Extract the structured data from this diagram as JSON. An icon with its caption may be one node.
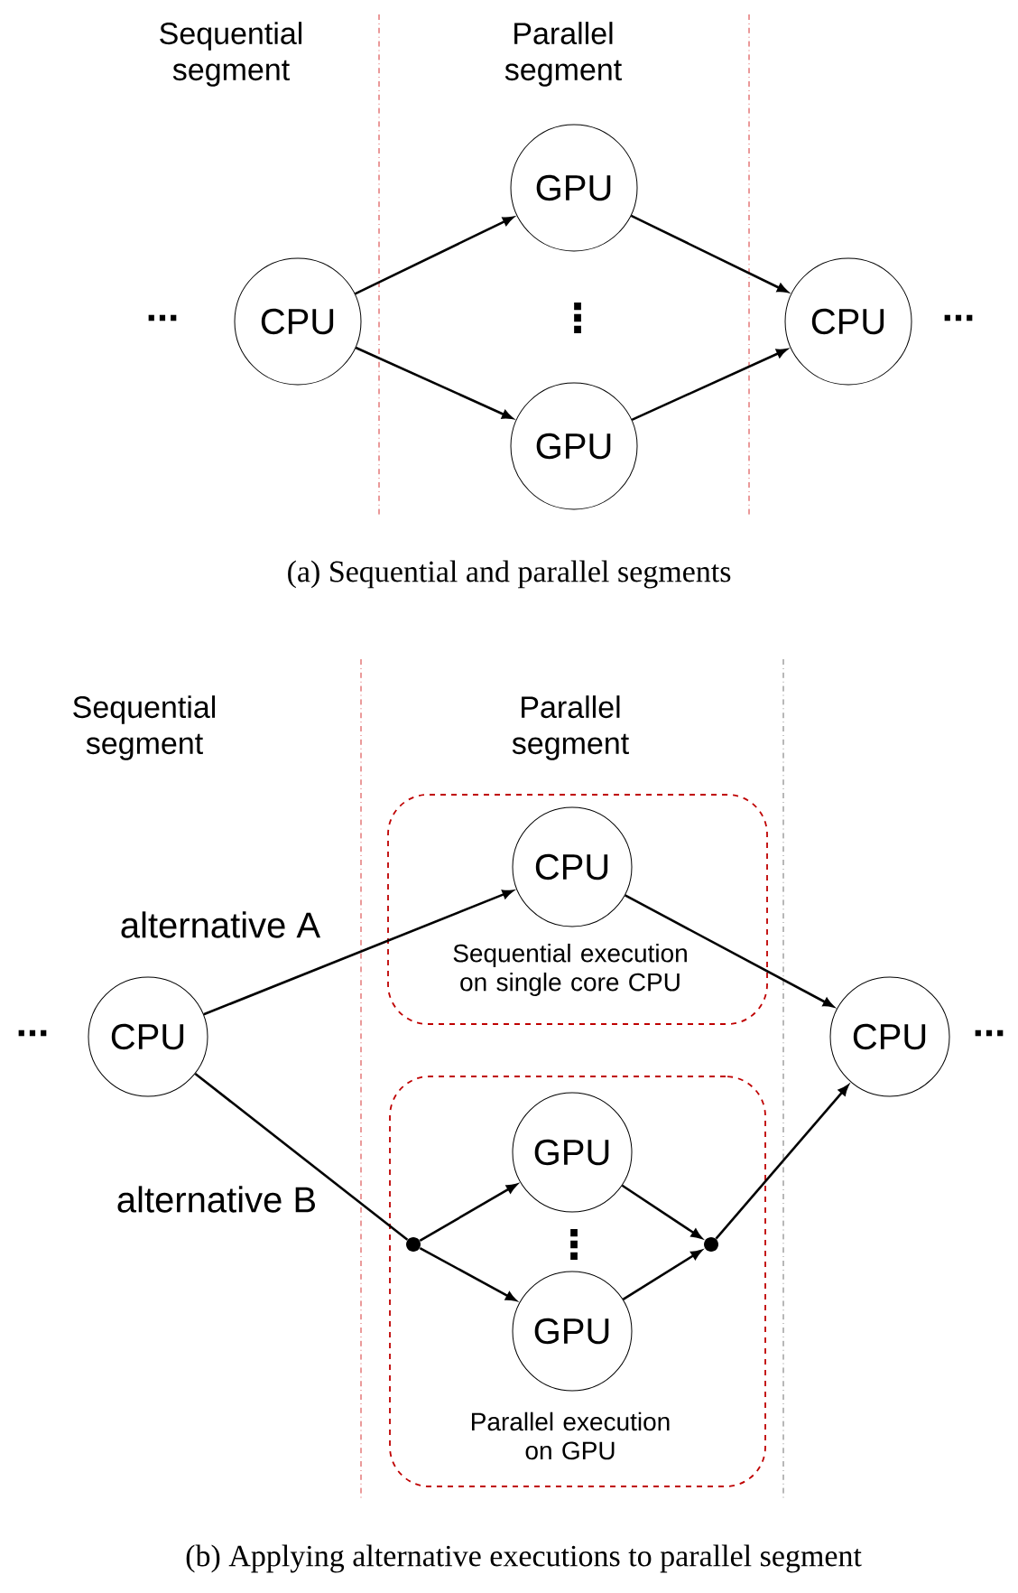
{
  "diagram": {
    "nodes": [
      {
        "text": [
          "CPU"
        ]
      },
      {
        "text": [
          "GPU"
        ]
      },
      {
        "text": [
          "GPU"
        ]
      },
      {
        "text": [
          "CPU"
        ]
      },
      {
        "text": [
          "CPU"
        ]
      },
      {
        "text": [
          "Sequential execution on single core CPU"
        ]
      },
      {
        "text": [
          "CPU"
        ],
        "in": 5
      },
      {
        "text": [
          "Parallel execution on GPU"
        ]
      },
      {
        "text": [],
        "shape": "circle",
        "in": 7
      },
      {
        "text": [
          "GPU"
        ],
        "in": 7
      },
      {
        "text": [
          "GPU"
        ],
        "in": 7
      },
      {
        "text": [],
        "shape": "circle",
        "in": 7
      },
      {
        "text": [
          "CPU"
        ]
      }
    ],
    "edges": [
      {
        "from": 0,
        "to": 1,
        "arrow": "to"
      },
      {
        "from": 0,
        "to": 2,
        "arrow": "to"
      },
      {
        "from": 1,
        "to": 3,
        "arrow": "to"
      },
      {
        "from": 2,
        "to": 3,
        "arrow": "to"
      },
      {
        "from": 4,
        "to": 6,
        "arrow": "to"
      },
      {
        "from": 6,
        "to": 12,
        "arrow": "to"
      },
      {
        "from": 4,
        "to": 8,
        "arrow": "none"
      },
      {
        "from": 8,
        "to": 9,
        "arrow": "to"
      },
      {
        "from": 8,
        "to": 10,
        "arrow": "to"
      },
      {
        "from": 9,
        "to": 11,
        "arrow": "to"
      },
      {
        "from": 10,
        "to": 11,
        "arrow": "to"
      },
      {
        "from": 11,
        "to": 12,
        "arrow": "to"
      }
    ],
    "labels": [
      "Sequential segment",
      "Parallel segment",
      "...",
      "⋮",
      "...",
      "(a) Sequential and parallel segments",
      "Sequential segment",
      "Parallel segment",
      "alternative A",
      "...",
      "alternative B",
      "⋮",
      "...",
      "(b) Applying alternative executions to parallel segment"
    ]
  }
}
